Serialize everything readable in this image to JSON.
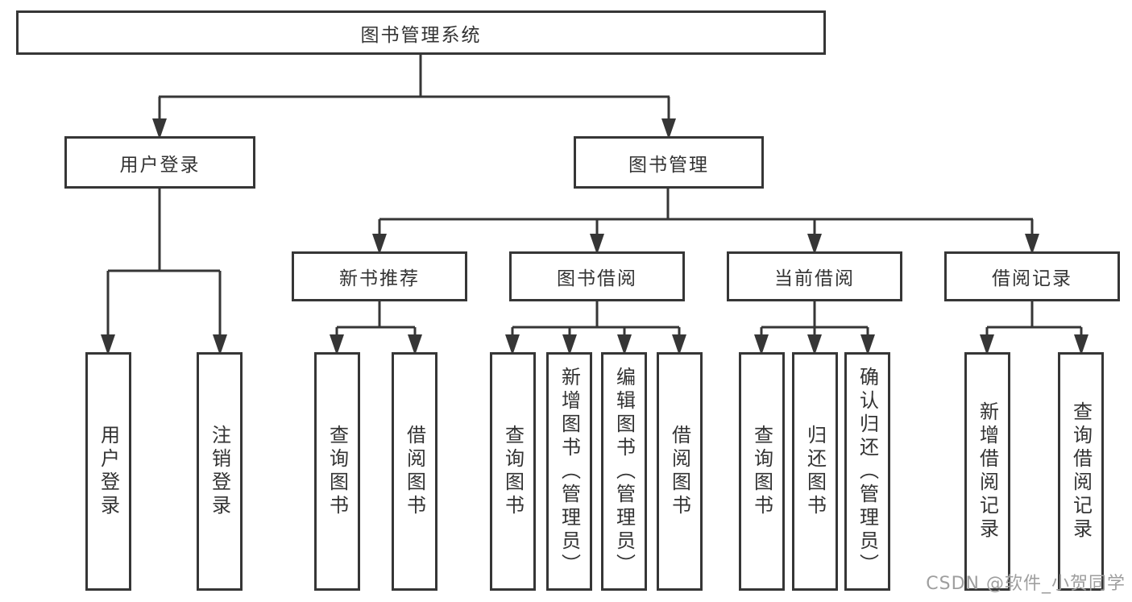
{
  "tree": {
    "root": "图书管理系统",
    "level2": {
      "user_login": "用户登录",
      "book_management": "图书管理"
    },
    "level3": {
      "recommend": "新书推荐",
      "borrow": "图书借阅",
      "current": "当前借阅",
      "record": "借阅记录"
    },
    "leaves": {
      "login": [
        "用户登录",
        "注销登录"
      ],
      "recommend": [
        "查询图书",
        "借阅图书"
      ],
      "borrow": [
        "查询图书",
        "新增图书（管理员）",
        "编辑图书（管理员）",
        "借阅图书"
      ],
      "current": [
        "查询图书",
        "归还图书",
        "确认归还（管理员）"
      ],
      "record": [
        "新增借阅记录",
        "查询借阅记录"
      ]
    }
  },
  "watermark": "CSDN @软件_小贺同学",
  "colors": {
    "line": "#363636",
    "text": "#333333",
    "watermark": "#9e9e9e",
    "background": "#ffffff"
  }
}
